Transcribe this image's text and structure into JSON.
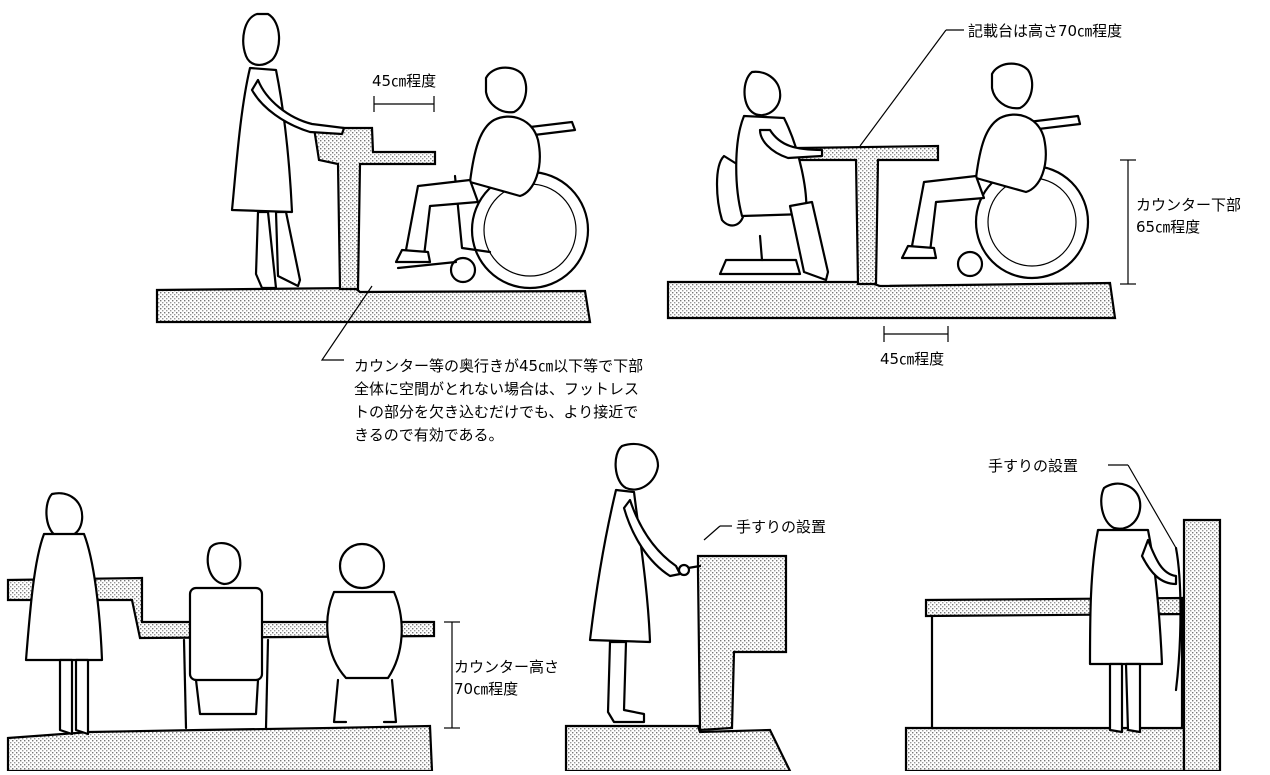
{
  "labels": {
    "depth_45_top_left": "45㎝程度",
    "writing_desk": "記載台は高さ70㎝程度",
    "counter_under": [
      "カウンター下部",
      "65㎝程度"
    ],
    "depth_45_top_right": "45㎝程度",
    "note": [
      "カウンター等の奥行きが45㎝以下等で下部",
      "全体に空間がとれない場合は、フットレス",
      "トの部分を欠き込むだけでも、より接近で",
      "きるので有効である。"
    ],
    "counter_height": [
      "カウンター高さ",
      "70㎝程度"
    ],
    "handrail_center": "手すりの設置",
    "handrail_right": "手すりの設置"
  },
  "colors": {
    "line": "#000000",
    "floor": "#b5b5b5",
    "background": "#ffffff"
  }
}
